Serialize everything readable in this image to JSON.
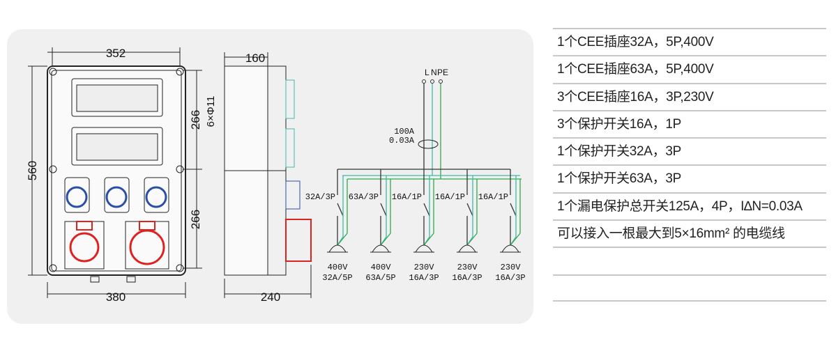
{
  "front_view": {
    "width_top": "352",
    "height": "560",
    "width_bottom": "380",
    "section_upper": "266",
    "section_lower": "266",
    "holes": "6×Φ11"
  },
  "side_view": {
    "depth_top": "160",
    "depth_bottom": "240"
  },
  "schematic": {
    "terminals": [
      "L",
      "N",
      "PE"
    ],
    "rcd_rating": "100A",
    "rcd_sensitivity": "0.03A",
    "breakers": [
      "32A/3P",
      "63A/3P",
      "16A/1P",
      "16A/1P",
      "16A/1P"
    ],
    "outlets": [
      {
        "voltage": "400V",
        "rating": "32A/5P"
      },
      {
        "voltage": "400V",
        "rating": "63A/5P"
      },
      {
        "voltage": "230V",
        "rating": "16A/3P"
      },
      {
        "voltage": "230V",
        "rating": "16A/3P"
      },
      {
        "voltage": "230V",
        "rating": "16A/3P"
      }
    ],
    "colors": {
      "L": "#333333",
      "N": "#3fb8b0",
      "PE": "#2eaa4a"
    }
  },
  "specs": [
    "1个CEE插座32A，5P,400V",
    "1个CEE插座63A，5P,400V",
    "3个CEE插座16A，3P,230V",
    "3个保护开关16A，1P",
    "1个保护开关32A，3P",
    "1个保护开关63A，3P",
    "1个漏电保护总开关125A，4P，I∆N=0.03A",
    "可以接入一根最大到5×16mm² 的电缆线",
    "",
    ""
  ]
}
